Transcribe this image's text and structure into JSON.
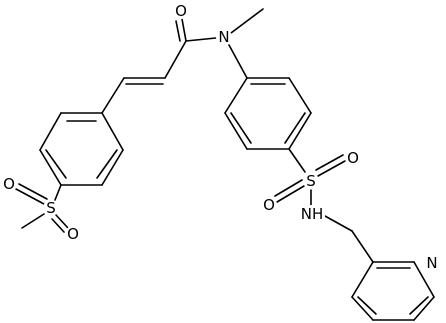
{
  "atoms": [
    {
      "id": "O_carbonyl",
      "label": "O"
    },
    {
      "id": "N_amide",
      "label": "N"
    },
    {
      "id": "S_sulfonamide",
      "label": "S"
    },
    {
      "id": "O_sulfonamide_1",
      "label": "O"
    },
    {
      "id": "O_sulfonamide_2",
      "label": "O"
    },
    {
      "id": "NH_sulfonamide",
      "label": "NH"
    },
    {
      "id": "N_pyridine",
      "label": "N"
    },
    {
      "id": "S_methylsulfonyl",
      "label": "S"
    },
    {
      "id": "O_methylsulfonyl_1",
      "label": "O"
    },
    {
      "id": "O_methylsulfonyl_2",
      "label": "O"
    }
  ]
}
